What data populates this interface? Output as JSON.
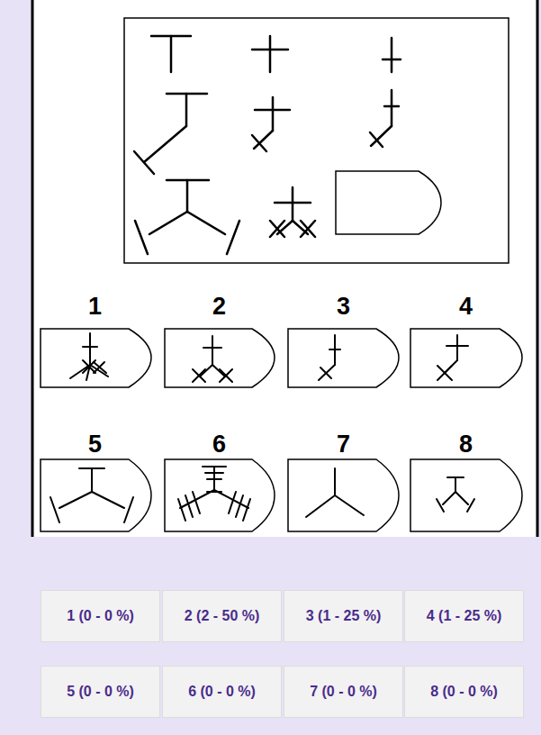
{
  "diagram": {
    "nodes": [
      {
        "text": [
          "1 (0 - 0 %)"
        ]
      },
      {
        "text": [
          "2 (2 - 50 %)"
        ]
      },
      {
        "text": [
          "3 (1 - 25 %)"
        ]
      },
      {
        "text": [
          "4 (1 - 25 %)"
        ]
      },
      {
        "text": [
          "5 (0 - 0 %)"
        ]
      },
      {
        "text": [
          "6 (0 - 0 %)"
        ]
      },
      {
        "text": [
          "7 (0 - 0 %)"
        ]
      },
      {
        "text": [
          "8 (0 - 0 %)"
        ]
      }
    ],
    "labels": [
      "1",
      "2",
      "3",
      "4",
      "5",
      "6",
      "7",
      "8"
    ]
  }
}
